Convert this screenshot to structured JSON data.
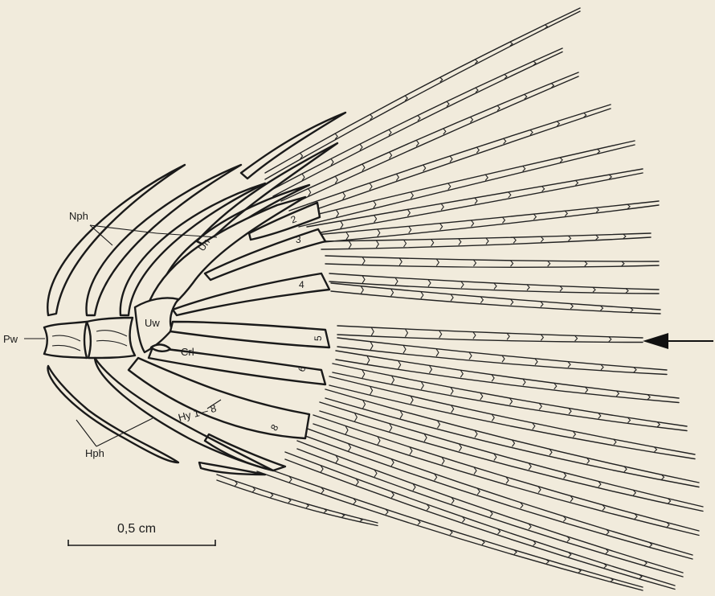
{
  "labels": {
    "nph": "Nph",
    "un": "Un",
    "pw": "Pw",
    "uw": "Uw",
    "crl": "Crl",
    "hy": "Hy 1 – 8",
    "hph": "Hph",
    "scale": "0,5 cm"
  },
  "hypural_numbers": [
    "2",
    "3",
    "4",
    "5",
    "6",
    "8"
  ],
  "icons": {
    "pointer": "left-arrow-icon"
  }
}
